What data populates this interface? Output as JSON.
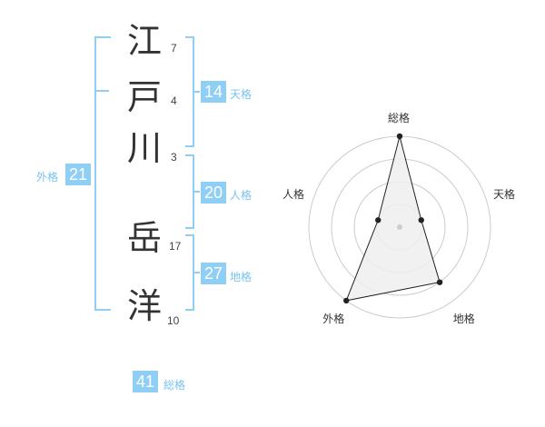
{
  "name": {
    "chars": [
      {
        "char": "江",
        "strokes": "7"
      },
      {
        "char": "戸",
        "strokes": "4"
      },
      {
        "char": "川",
        "strokes": "3"
      },
      {
        "char": "岳",
        "strokes": "17"
      },
      {
        "char": "洋",
        "strokes": "10"
      }
    ]
  },
  "kaku": {
    "tenkaku": {
      "value": "14",
      "label": "天格"
    },
    "jinkaku": {
      "value": "20",
      "label": "人格"
    },
    "chikaku": {
      "value": "27",
      "label": "地格"
    },
    "gaikaku": {
      "value": "21",
      "label": "外格"
    },
    "soukaku": {
      "value": "41",
      "label": "総格"
    }
  },
  "chart_data": {
    "type": "radar",
    "axes": [
      "総格",
      "天格",
      "地格",
      "外格",
      "人格"
    ],
    "values": [
      4,
      1,
      3,
      4,
      1
    ],
    "rmax": 4,
    "rings": 4,
    "colors": {
      "fill": "#eeeeee",
      "line": "#222222",
      "ring": "#cccccc",
      "center": "#cccccc"
    }
  },
  "colors": {
    "accent": "#8fcff5",
    "accent_text": "#79c3ef"
  }
}
